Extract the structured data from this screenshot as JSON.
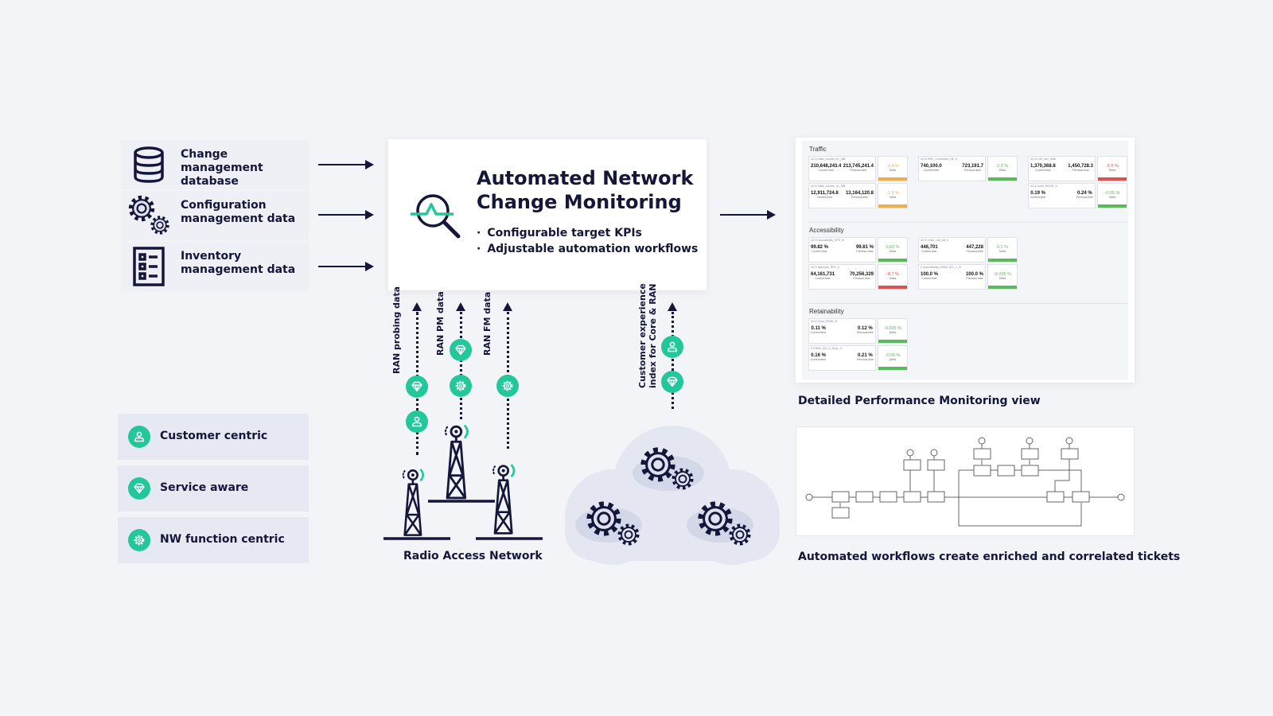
{
  "sources": [
    {
      "label": "Change management database",
      "icon": "database-icon"
    },
    {
      "label": "Configuration management data",
      "icon": "gears-icon"
    },
    {
      "label": "Inventory management data",
      "icon": "checklist-icon"
    }
  ],
  "center": {
    "title_line1": "Automated Network",
    "title_line2": "Change Monitoring",
    "bullets": [
      "Configurable target KPIs",
      "Adjustable automation workflows"
    ],
    "icon": "magnifier-pulse-icon"
  },
  "data_feeds": [
    {
      "label": "RAN probing data"
    },
    {
      "label": "RAN PM data"
    },
    {
      "label": "RAN FM data"
    },
    {
      "label_line1": "Customer experience",
      "label_line2": "index for Core & RAN"
    }
  ],
  "legend": [
    {
      "label": "Customer centric",
      "icon": "person-icon"
    },
    {
      "label": "Service aware",
      "icon": "diamond-icon"
    },
    {
      "label": "NW function centric",
      "icon": "gear-icon"
    }
  ],
  "ran_label": "Radio Access Network",
  "dashboard": {
    "caption": "Detailed Performance Monitoring view",
    "current_label": "Current time",
    "previous_label": "Previous time",
    "delta_label": "Delta",
    "status_colors": {
      "good": "#5cb85c",
      "bad": "#d9534f",
      "warn": "#f0ad4e"
    },
    "sections": [
      {
        "title": "Traffic",
        "groups": [
          [
            {
              "name": "4G.E.Data_volume_DL_MB",
              "current": "210,648,243.4",
              "previous": "213,745,241.4",
              "delta": "-1.4 %",
              "status": "warn"
            },
            {
              "name": "4G.E.Data_volume_UL_MB",
              "current": "12,911,724.8",
              "previous": "13,164,120.8",
              "delta": "-1.9 %",
              "status": "warn"
            }
          ],
          [
            {
              "name": "4G.E.RRC_Connected_UE_#",
              "current": "740,100.0",
              "previous": "723,191.7",
              "delta": "2.3 %",
              "status": "good"
            }
          ],
          [
            {
              "name": "4G.E.Cell_min_UeBr",
              "current": "1,370,368.8",
              "previous": "1,450,728.3",
              "delta": "-5.5 %",
              "status": "bad"
            },
            {
              "name": "4G.E.Volte_MCDR_%",
              "current": "0.19 %",
              "previous": "0.24 %",
              "delta": "-0.05 %",
              "status": "good"
            }
          ]
        ]
      },
      {
        "title": "Accessibility",
        "groups": [
          [
            {
              "name": "4G.E.Accessibility_EPS_%",
              "current": "99.82 %",
              "previous": "99.81 %",
              "delta": "0.02 %",
              "status": "good"
            },
            {
              "name": "4G.E.Attempts_RRC_#",
              "current": "64,161,731",
              "previous": "70,256,329",
              "delta": "-8.7 %",
              "status": "bad"
            }
          ],
          [
            {
              "name": "4G.E.Volte_Call_Att_#",
              "current": "446,701",
              "previous": "447,228",
              "delta": "0.1 %",
              "status": "good"
            },
            {
              "name": "E.Accessibility_ERAB_QCI_1_%",
              "current": "100.0 %",
              "previous": "100.0 %",
              "delta": "-0.005 %",
              "status": "good"
            }
          ]
        ]
      },
      {
        "title": "Retainability",
        "groups": [
          [
            {
              "name": "4G.E.Drop_ERAB_%",
              "current": "0.11 %",
              "previous": "0.12 %",
              "delta": "-0.005 %",
              "status": "good"
            },
            {
              "name": "E.ERAB_QCI_1_Drop_%",
              "current": "0.16 %",
              "previous": "0.21 %",
              "delta": "-0.05 %",
              "status": "good"
            }
          ]
        ]
      }
    ]
  },
  "workflow_caption": "Automated workflows create enriched and correlated tickets",
  "colors": {
    "navy": "#14163a",
    "teal": "#22c79a",
    "background": "#f3f4f8",
    "panel": "#e6e8f2",
    "cloud": "#e4e7f1"
  }
}
